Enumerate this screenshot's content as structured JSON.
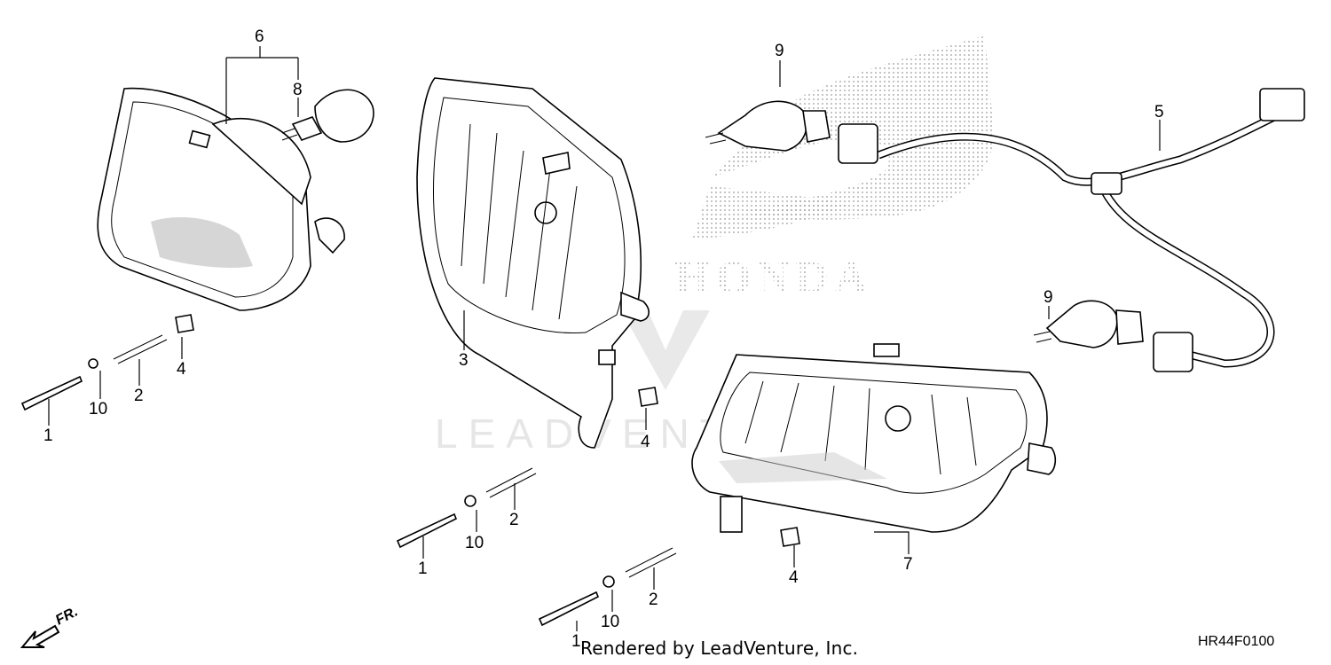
{
  "diagram": {
    "code": "HR44F0100",
    "rendered_by": "Rendered by LeadVenture, Inc.",
    "direction_label": "FR.",
    "logo_text": "HONDA",
    "watermark_text": "LEADVENTURE",
    "callouts": [
      {
        "id": "c6",
        "text": "6"
      },
      {
        "id": "c8",
        "text": "8"
      },
      {
        "id": "c9a",
        "text": "9"
      },
      {
        "id": "c9b",
        "text": "9"
      },
      {
        "id": "c5",
        "text": "5"
      },
      {
        "id": "c3",
        "text": "3"
      },
      {
        "id": "c4a",
        "text": "4"
      },
      {
        "id": "c4b",
        "text": "4"
      },
      {
        "id": "c4c",
        "text": "4"
      },
      {
        "id": "c1a",
        "text": "1"
      },
      {
        "id": "c10a",
        "text": "10"
      },
      {
        "id": "c2a",
        "text": "2"
      },
      {
        "id": "c1b",
        "text": "1"
      },
      {
        "id": "c10b",
        "text": "10"
      },
      {
        "id": "c2b",
        "text": "2"
      },
      {
        "id": "c1c",
        "text": "1"
      },
      {
        "id": "c10c",
        "text": "10"
      },
      {
        "id": "c2c",
        "text": "2"
      },
      {
        "id": "c7",
        "text": "7"
      }
    ]
  }
}
